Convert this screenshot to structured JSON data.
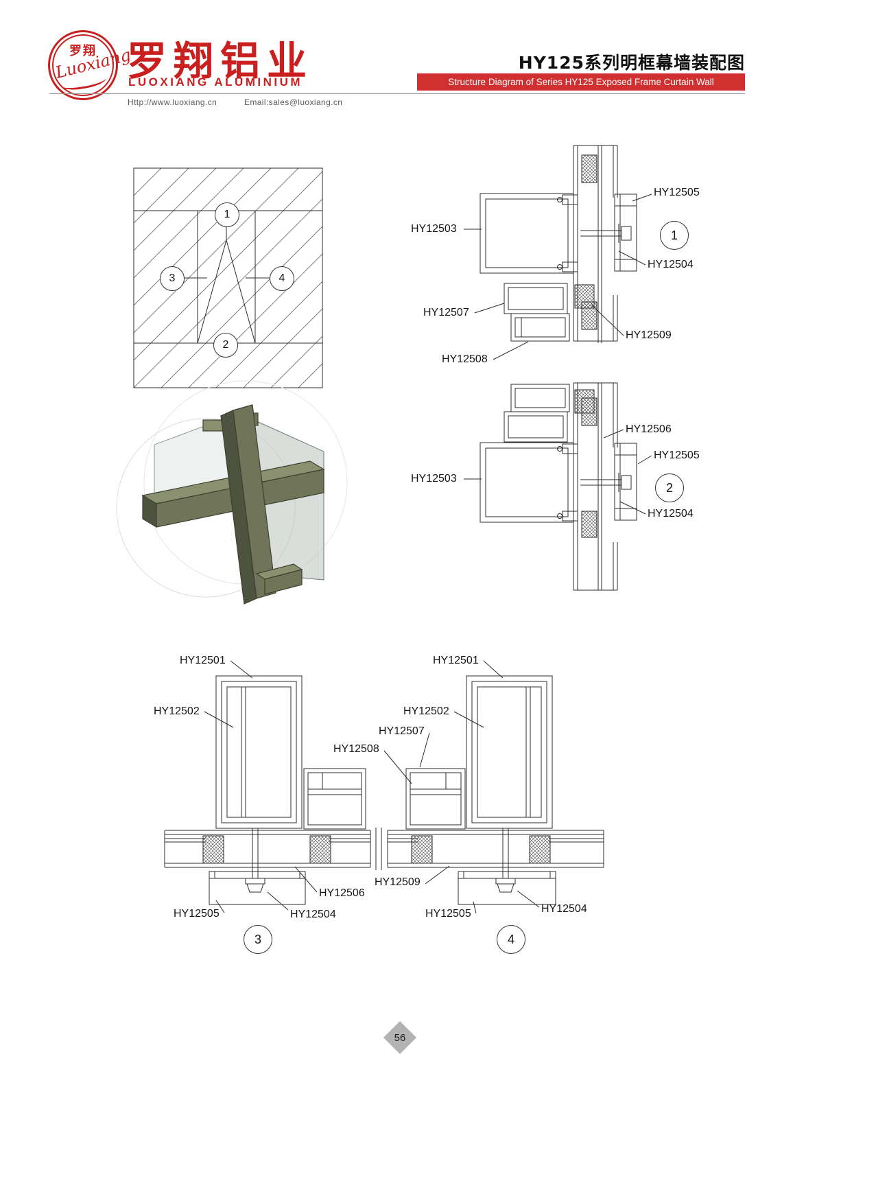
{
  "colors": {
    "brand_red": "#c9201f",
    "banner_red": "#d03030",
    "line_color": "#2b2b2b",
    "render_olive": "#70755a",
    "diamond_gray": "#b3b3b3"
  },
  "header": {
    "logo": {
      "top_text": "罗翔",
      "script_text": "Luoxiang"
    },
    "company_name_cn": "罗翔铝业",
    "company_name_en": "LUOXIANG ALUMINIUM",
    "website": "Http://www.luoxiang.cn",
    "email": "Email:sales@luoxiang.cn",
    "series_title_cn": "HY125系列明框幕墙装配图",
    "series_title_en": "Structure Diagram of Series HY125 Exposed Frame Curtain Wall"
  },
  "schematic": {
    "markers": [
      "1",
      "2",
      "3",
      "4"
    ]
  },
  "details": {
    "d1": {
      "number": "1",
      "labels": [
        "HY12505",
        "HY12503",
        "HY12504",
        "HY12507",
        "HY12509",
        "HY12508"
      ]
    },
    "d2": {
      "number": "2",
      "labels": [
        "HY12506",
        "HY12505",
        "HY12503",
        "HY12504"
      ]
    },
    "d3": {
      "number": "3",
      "labels": [
        "HY12501",
        "HY12502",
        "HY12506",
        "HY12505",
        "HY12504"
      ]
    },
    "d4": {
      "number": "4",
      "labels": [
        "HY12501",
        "HY12502",
        "HY12507",
        "HY12508",
        "HY12509",
        "HY12505",
        "HY12504"
      ]
    }
  },
  "page": {
    "number": "56"
  }
}
